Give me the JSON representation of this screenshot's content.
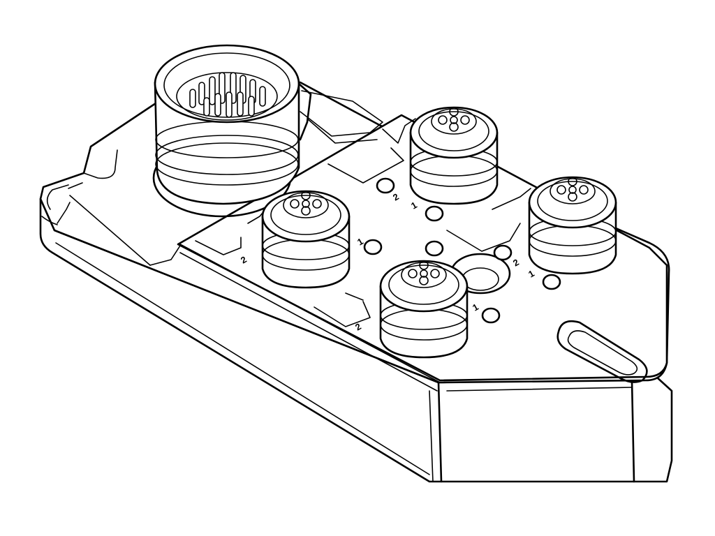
{
  "drawing": {
    "line_color": "#000000",
    "background_color": "#ffffff",
    "ports": [
      {
        "id": "port-a"
      },
      {
        "id": "port-b"
      },
      {
        "id": "port-c"
      },
      {
        "id": "port-d"
      }
    ]
  }
}
